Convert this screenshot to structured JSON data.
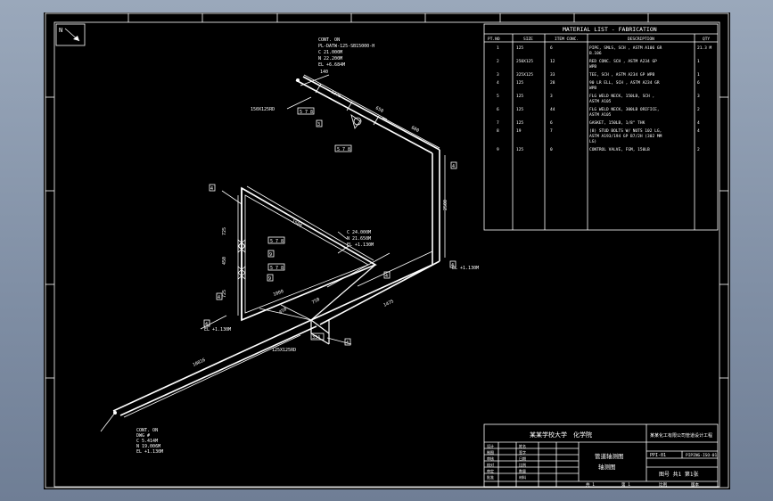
{
  "north": {
    "label": "N"
  },
  "material_list": {
    "title": "MATERIAL LIST - FABRICATION",
    "headers": [
      "PT.NO",
      "SIZE",
      "ITEM CONC.",
      "DESCRIPTION",
      "QTY"
    ],
    "rows": [
      {
        "no": "1",
        "size": "125",
        "conc": "6",
        "desc": [
          "PIPE, SMLS, SCH , ASTM A106 GR",
          "B.106"
        ],
        "qty": "21.3 M"
      },
      {
        "no": "2",
        "size": "250X125",
        "conc": "12",
        "desc": [
          "RED CONC. SCH , ASTM A234 GP",
          "WPB"
        ],
        "qty": "1"
      },
      {
        "no": "3",
        "size": "325X125",
        "conc": "33",
        "desc": [
          "TEE, SCH , ASTM A234 GP WPB"
        ],
        "qty": "1"
      },
      {
        "no": "4",
        "size": "125",
        "conc": "28",
        "desc": [
          "90 LR ELL, SCH , ASTM A234 GR",
          "WPB"
        ],
        "qty": "6"
      },
      {
        "no": "5",
        "size": "125",
        "conc": "3",
        "desc": [
          "FLG WELD NECK, 150LB, SCH ,",
          "ASTM A105"
        ],
        "qty": "3"
      },
      {
        "no": "6",
        "size": "125",
        "conc": "44",
        "desc": [
          "FLG WELD NECK, 300LB ORIFICE,",
          "ASTM A105"
        ],
        "qty": "2"
      },
      {
        "no": "7",
        "size": "125",
        "conc": "6",
        "desc": [
          "GASKET, 150LB, 1/8\" THK"
        ],
        "qty": "4"
      },
      {
        "no": "8",
        "size": "19",
        "conc": "7",
        "desc": [
          "(8) STUD BOLTS W/ NUTS 102 LG,",
          "ASTM A193/194 GP B7/2H (302 MM",
          "LG)"
        ],
        "qty": "4"
      },
      {
        "no": "9",
        "size": "125",
        "conc": "0",
        "desc": [
          "CONTROL VALVE, FGM, 150LB"
        ],
        "qty": "2"
      }
    ]
  },
  "annotations": {
    "top_block": [
      "CONT. ON",
      "PL-DATW-125-SB15000-H",
      "C 21.000M",
      "N 22.200M",
      "EL +6.684M"
    ],
    "el_140": "140",
    "mid_block": [
      "C 24.000M",
      "N 21.650M",
      "EL +1.130M"
    ],
    "right_el": "EL +1.130M",
    "left_el": "EL +1.130M",
    "bottom_block": [
      "CONT. ON",
      "DWG #",
      "C 5.414M",
      "N 19.006M",
      "EL +1.130M"
    ],
    "reducer_top": "150X125RD",
    "reducer_bottom": "125X125RD",
    "tags": {
      "s578": "5 7 8",
      "c9": "9",
      "c4": "4",
      "c3": "3",
      "c2": "2",
      "c1": "1",
      "d_334": "334"
    },
    "dims": {
      "d1": "1500",
      "d2": "725",
      "d3": "450",
      "d4": "725",
      "d5": "1000",
      "d6": "1475",
      "d7": "10816",
      "d8": "2500",
      "d9": "1375",
      "d10": "650",
      "d11": "600",
      "d12": "750",
      "d13": "450"
    }
  },
  "title_block": {
    "school": "某某学校大学",
    "dept": "化学院",
    "company": "某某化工有限公司管道设计工程",
    "drawing_title": [
      "管道轴测图",
      "轴测图"
    ],
    "code": "PPI-01",
    "code2": "PIPING-ISO-01",
    "sheet": "图号 共1 第1张",
    "col_a": [
      "设计",
      "制图",
      "审核",
      "校对",
      "审定",
      "批准"
    ],
    "col_b": [
      "姓名",
      "签字",
      "日期",
      "比例",
      "数量",
      "材料"
    ],
    "footer": [
      "共 1",
      "第 1",
      "比例",
      "版本"
    ]
  }
}
